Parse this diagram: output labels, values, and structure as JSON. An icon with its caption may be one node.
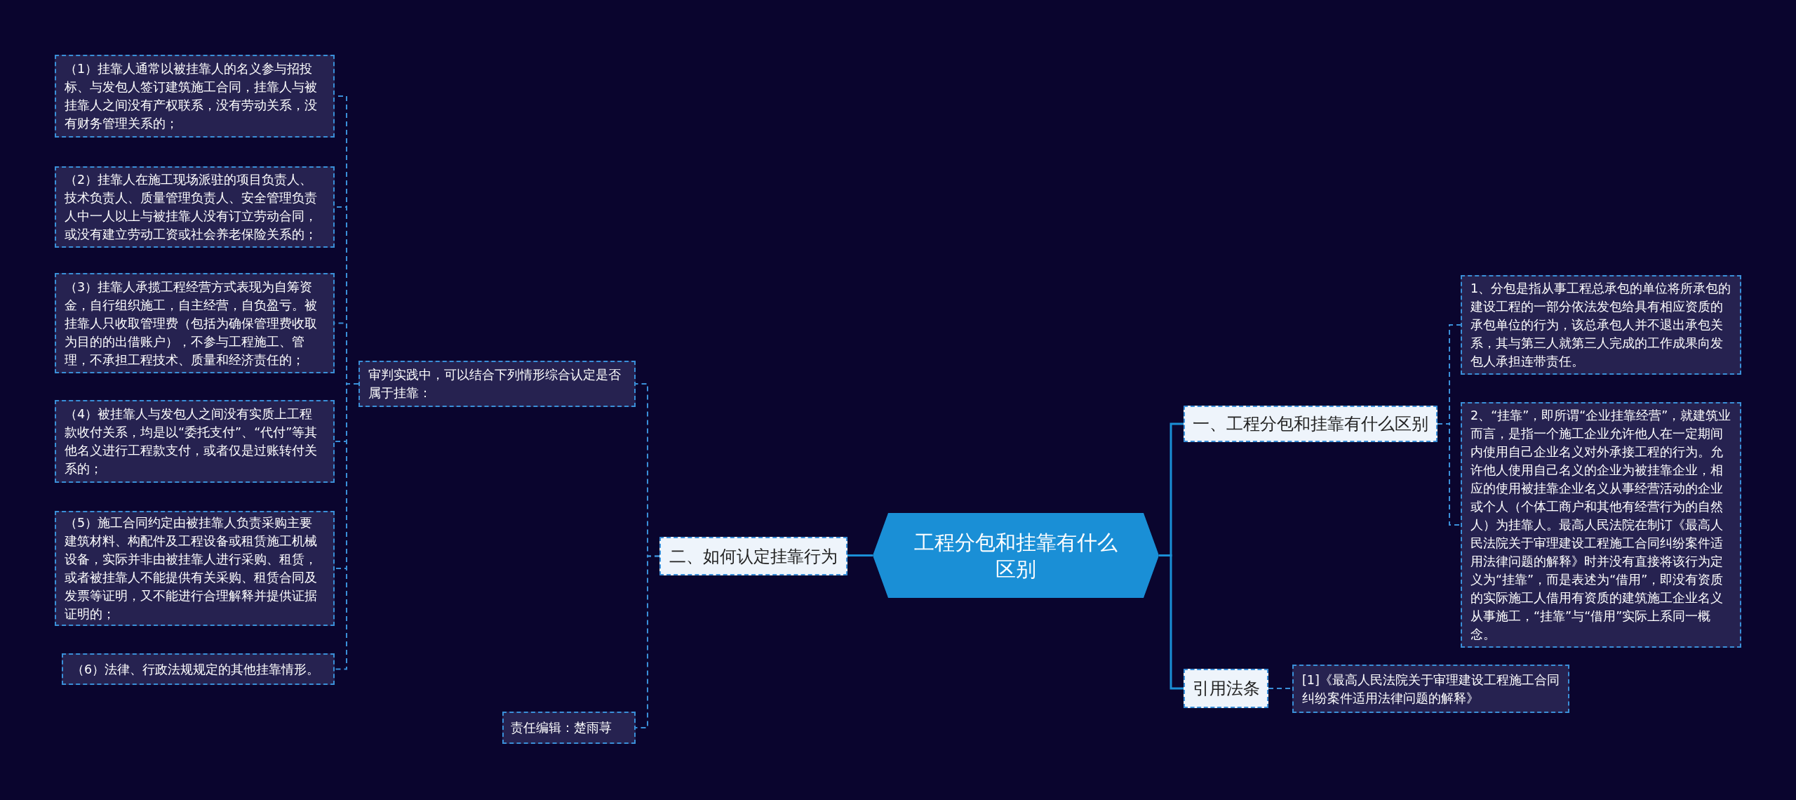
{
  "diagram": {
    "nodes": [
      {
        "text": [
          "工程分包和挂靠有什么区别"
        ]
      },
      {
        "text": [
          "一、工程分包和挂靠有什么区别"
        ]
      },
      {
        "text": [
          "1、分包是指从事工程总承包的单位将所承包的建设工程的一部分依法发包给具有相应资质的承包单位的行为，该总承包人并不退出承包关系，其与第三人就第三人完成的工作成果向发包人承担连带责任。"
        ]
      },
      {
        "text": [
          "2、“挂靠”，即所谓“企业挂靠经营”，就建筑业而言，是指一个施工企业允许他人在一定期间内使用自己企业名义对外承接工程的行为。允许他人使用自己名义的企业为被挂靠企业，相应的使用被挂靠企业名义从事经营活动的企业或个人（个体工商户和其他有经营行为的自然人）为挂靠人。最高人民法院在制订《最高人民法院关于审理建设工程施工合同纠纷案件适用法律问题的解释》时并没有直接将该行为定义为“挂靠”，而是表述为“借用”，即没有资质的实际施工人借用有资质的建筑施工企业名义从事施工，“挂靠”与“借用”实际上系同一概念。"
        ]
      },
      {
        "text": [
          "引用法条"
        ]
      },
      {
        "text": [
          "[1]《最高人民法院关于审理建设工程施工合同纠纷案件适用法律问题的解释》"
        ]
      },
      {
        "text": [
          "二、如何认定挂靠行为"
        ]
      },
      {
        "text": [
          "审判实践中，可以结合下列情形综合认定是否属于挂靠："
        ]
      },
      {
        "text": [
          "（1）挂靠人通常以被挂靠人的名义参与招投标、与发包人签订建筑施工合同，挂靠人与被挂靠人之间没有产权联系，没有劳动关系，没有财务管理关系的；"
        ]
      },
      {
        "text": [
          "（2）挂靠人在施工现场派驻的项目负责人、技术负责人、质量管理负责人、安全管理负责人中一人以上与被挂靠人没有订立劳动合同，或没有建立劳动工资或社会养老保险关系的；"
        ]
      },
      {
        "text": [
          "（3）挂靠人承揽工程经营方式表现为自筹资金，自行组织施工，自主经营，自负盈亏。被挂靠人只收取管理费（包括为确保管理费收取为目的的出借账户），不参与工程施工、管理，不承担工程技术、质量和经济责任的；"
        ]
      },
      {
        "text": [
          "（4）被挂靠人与发包人之间没有实质上工程款收付关系，均是以“委托支付”、“代付”等其他名义进行工程款支付，或者仅是过账转付关系的；"
        ]
      },
      {
        "text": [
          "（5）施工合同约定由被挂靠人负责采购主要建筑材料、构配件及工程设备或租赁施工机械设备，实际并非由被挂靠人进行采购、租赁，或者被挂靠人不能提供有关采购、租赁合同及发票等证明，又不能进行合理解释并提供证据证明的；"
        ]
      },
      {
        "text": [
          "（6）法律、行政法规规定的其他挂靠情形。"
        ]
      },
      {
        "text": [
          "责任编辑：楚雨荨"
        ]
      }
    ],
    "edges": [
      {
        "from": 0,
        "to": 1,
        "arrow": "none"
      },
      {
        "from": 1,
        "to": 2,
        "arrow": "none",
        "style": "dashed"
      },
      {
        "from": 1,
        "to": 3,
        "arrow": "none",
        "style": "dashed"
      },
      {
        "from": 0,
        "to": 4,
        "arrow": "none"
      },
      {
        "from": 4,
        "to": 5,
        "arrow": "none",
        "style": "dashed"
      },
      {
        "from": 0,
        "to": 6,
        "arrow": "none"
      },
      {
        "from": 6,
        "to": 7,
        "arrow": "none",
        "style": "dashed"
      },
      {
        "from": 7,
        "to": 8,
        "arrow": "none",
        "style": "dashed"
      },
      {
        "from": 7,
        "to": 9,
        "arrow": "none",
        "style": "dashed"
      },
      {
        "from": 7,
        "to": 10,
        "arrow": "none",
        "style": "dashed"
      },
      {
        "from": 7,
        "to": 11,
        "arrow": "none",
        "style": "dashed"
      },
      {
        "from": 7,
        "to": 12,
        "arrow": "none",
        "style": "dashed"
      },
      {
        "from": 7,
        "to": 13,
        "arrow": "none",
        "style": "dashed"
      },
      {
        "from": 6,
        "to": 14,
        "arrow": "none",
        "style": "dashed"
      }
    ]
  }
}
